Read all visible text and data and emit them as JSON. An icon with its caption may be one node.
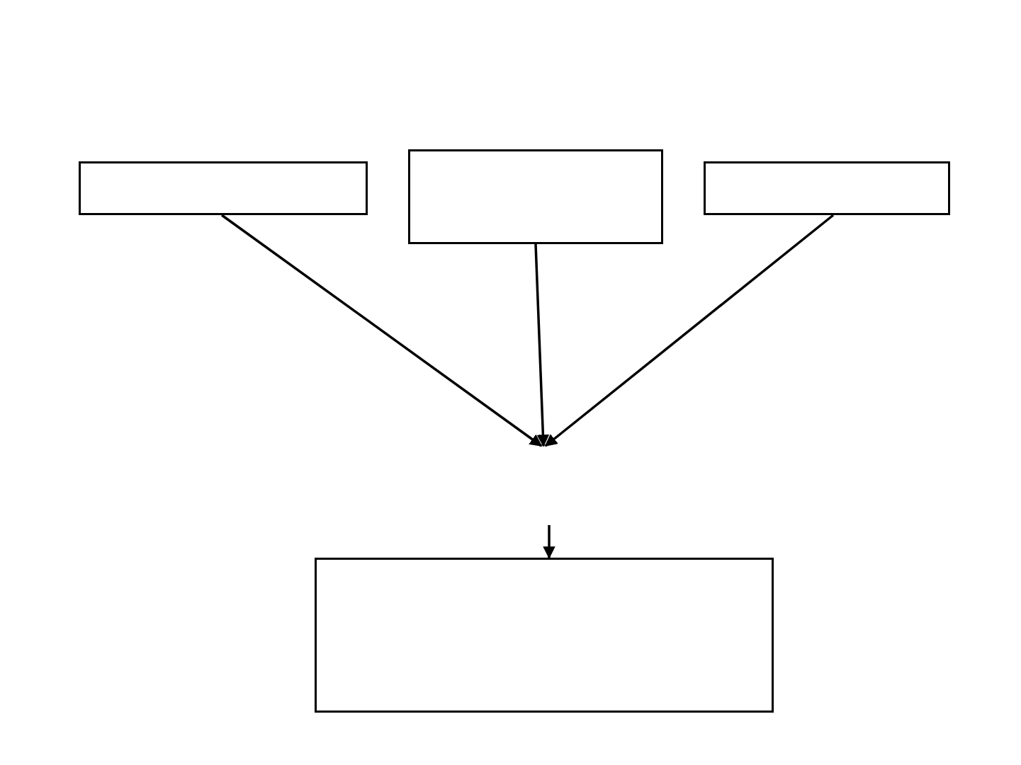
{
  "diagram": {
    "nodes": [
      {
        "text": [],
        "shape": "box"
      },
      {
        "text": [],
        "shape": "box"
      },
      {
        "text": [],
        "shape": "box"
      },
      {
        "text": [],
        "shape": "box"
      }
    ],
    "edges": [
      {
        "from": 0,
        "to": null,
        "arrow": "to"
      },
      {
        "from": 1,
        "to": null,
        "arrow": "to"
      },
      {
        "from": 2,
        "to": null,
        "arrow": "to"
      },
      {
        "from": null,
        "to": 3,
        "arrow": "to"
      }
    ]
  }
}
